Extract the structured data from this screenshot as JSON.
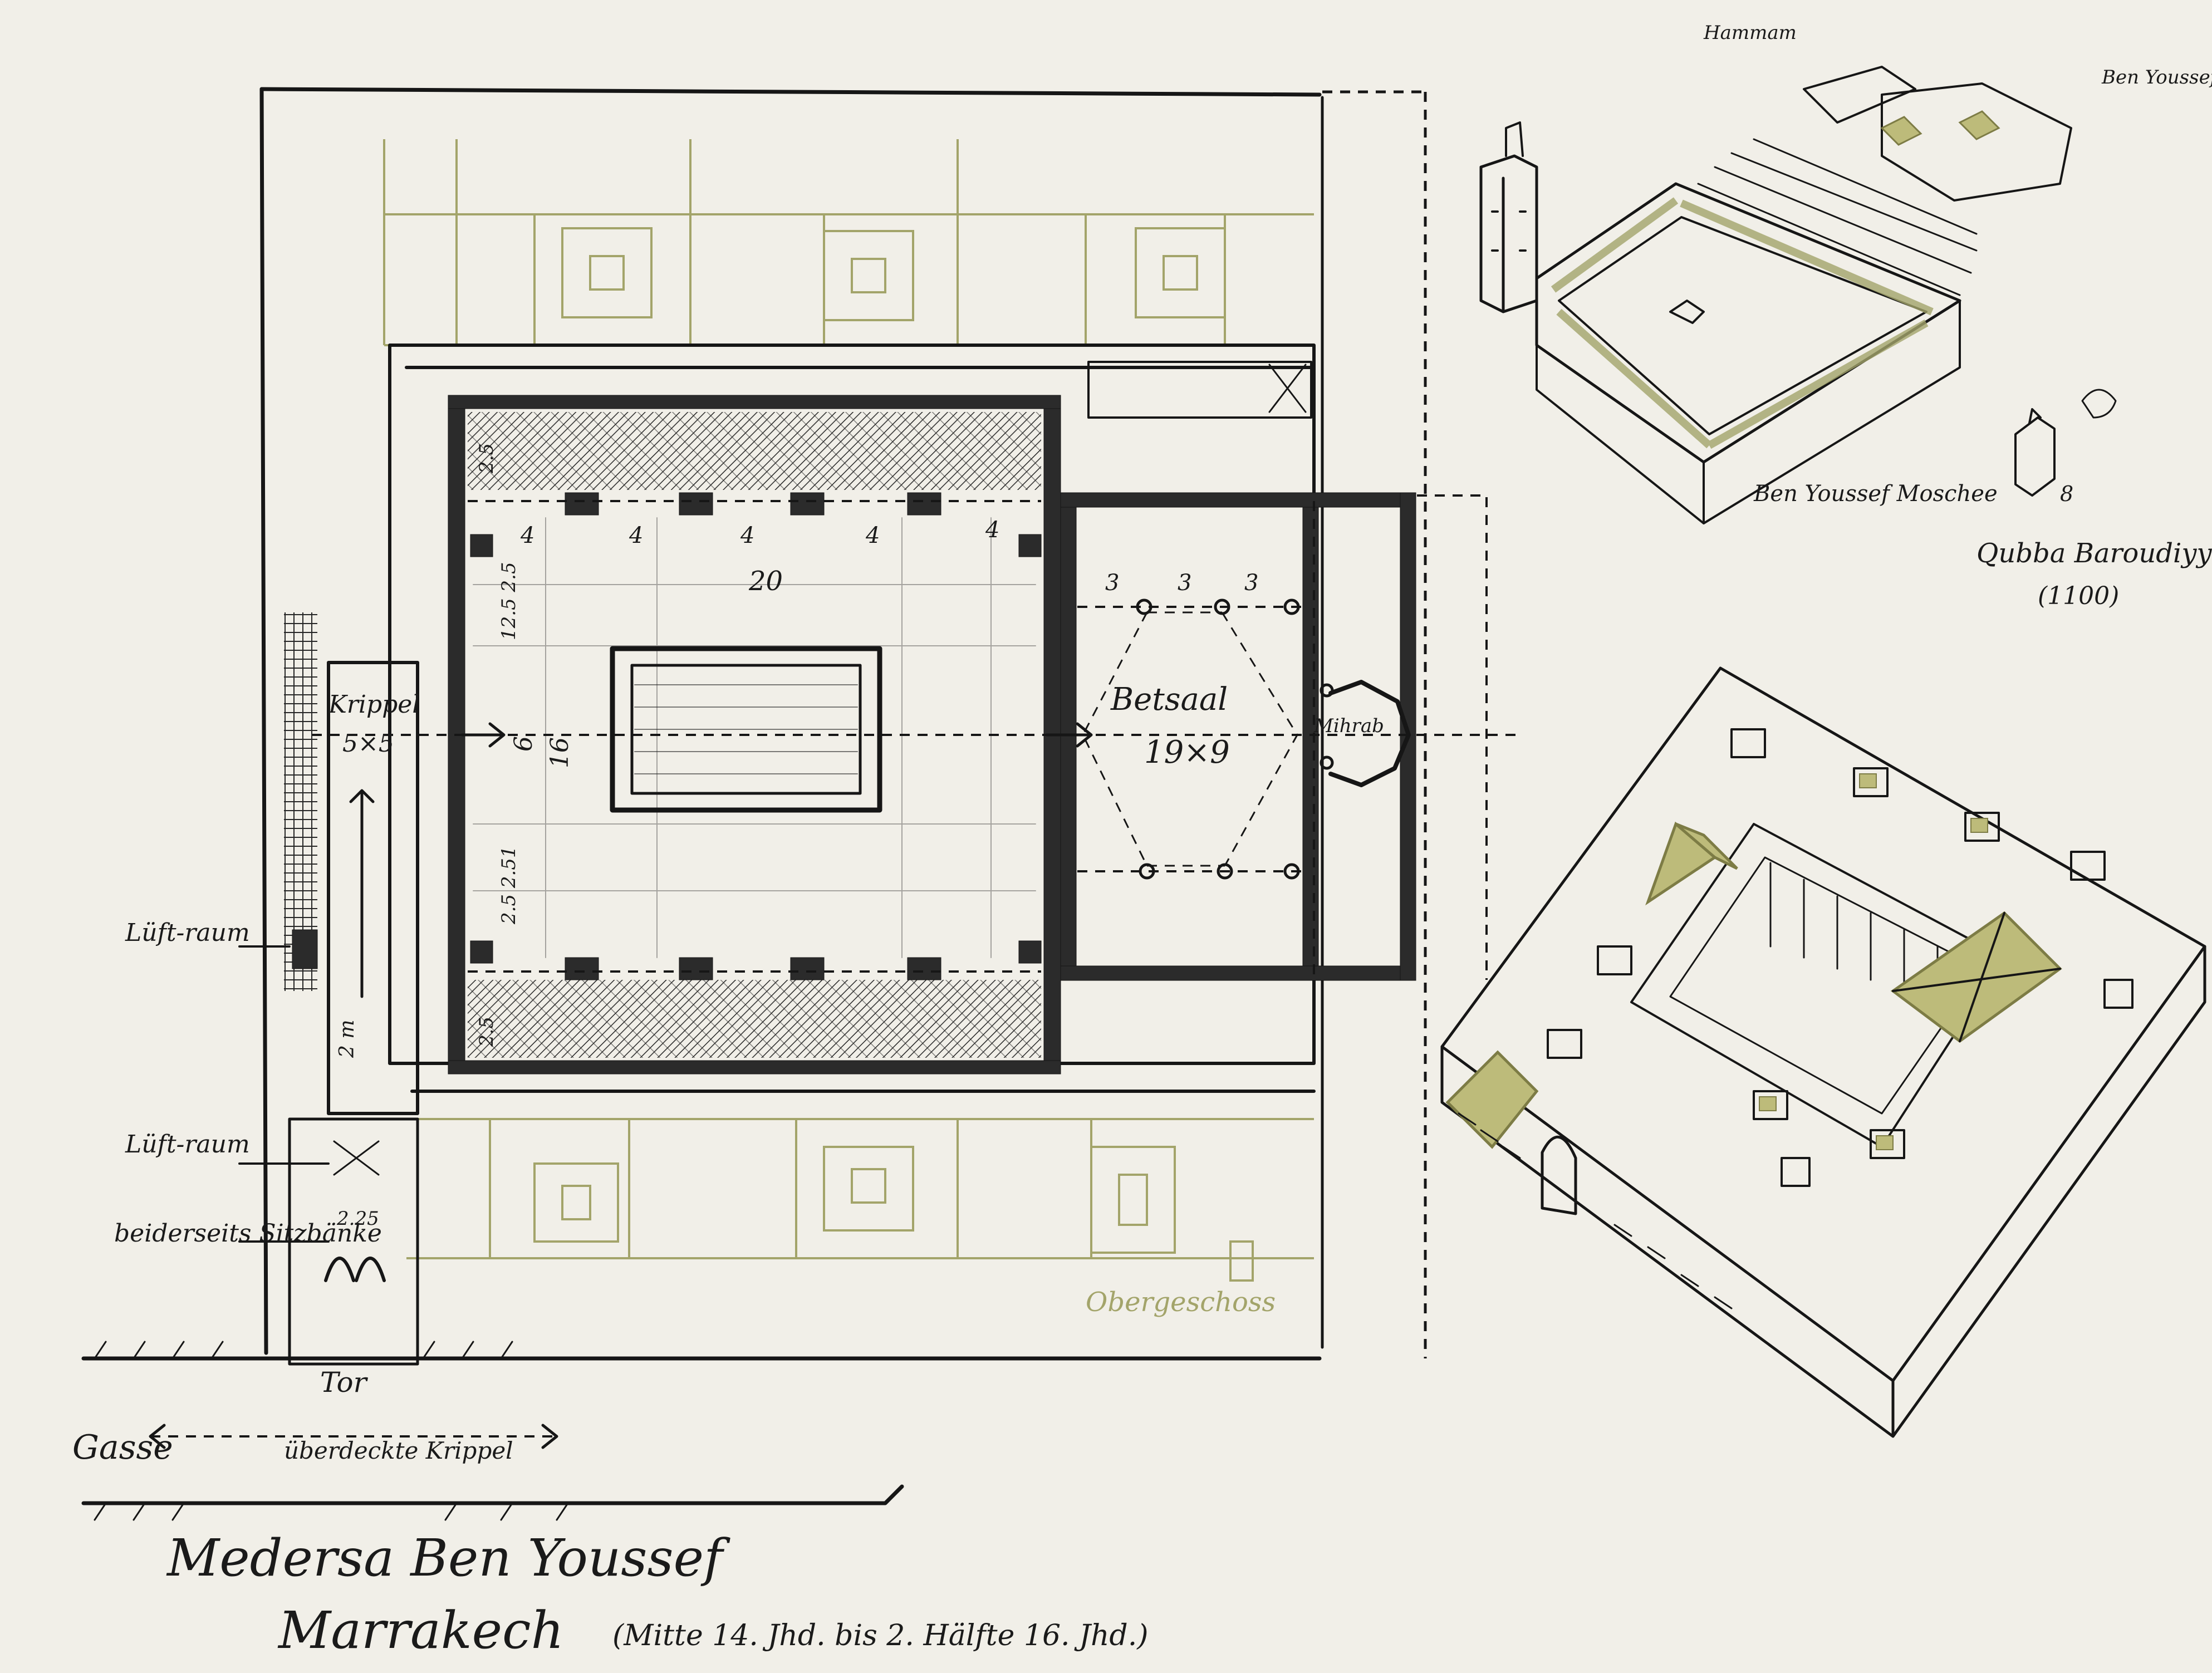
{
  "title": {
    "line1": "Medersa Ben Youssef",
    "line2": "Marrakech",
    "dating": "(Mitte 14. Jhd. bis 2. Hälfte 16. Jhd.)"
  },
  "plan": {
    "labels": {
      "gasse": "Gasse",
      "tor": "Tor",
      "ueberdeckte_krippel": "überdeckte Krippel",
      "krippel": "Krippel",
      "krippel_dim": "5×5",
      "lueftraum_1": "Lüft-raum",
      "lueftraum_2": "Lüft-raum",
      "sitzbaenke": "beiderseits Sitzbänke",
      "dim_225": "2.25",
      "dim_2m": "2 m",
      "betsaal": "Betsaal",
      "betsaal_dim": "19×9",
      "mihrab": "Mihrab",
      "obergeschoss": "Obergeschoss",
      "court_width": "20",
      "court_depth": "16",
      "gallery_depth_top": "2.5",
      "gallery_depth_bottom": "2.5",
      "side_6": "6",
      "bay_4": [
        "4",
        "4",
        "4",
        "4",
        "4"
      ],
      "betsaal_bays": [
        "3",
        "3",
        "3"
      ],
      "dims_left_upper": "12.5 2.5",
      "dims_left_lower": "2.5 2.51"
    }
  },
  "sketch_top": {
    "labels": {
      "hammam": "Hammam",
      "ben_youssef_medersa": "Ben Youssef Medersa",
      "ben_youssef_moschee": "Ben Youssef Moschee",
      "qubba_num": "8",
      "qubba_name": "Qubba Baroudiyyn",
      "qubba_date": "(1100)"
    }
  },
  "colors": {
    "ink": "#161616",
    "paper": "#f1efe8",
    "pencil_olive": "#a3a46a"
  }
}
